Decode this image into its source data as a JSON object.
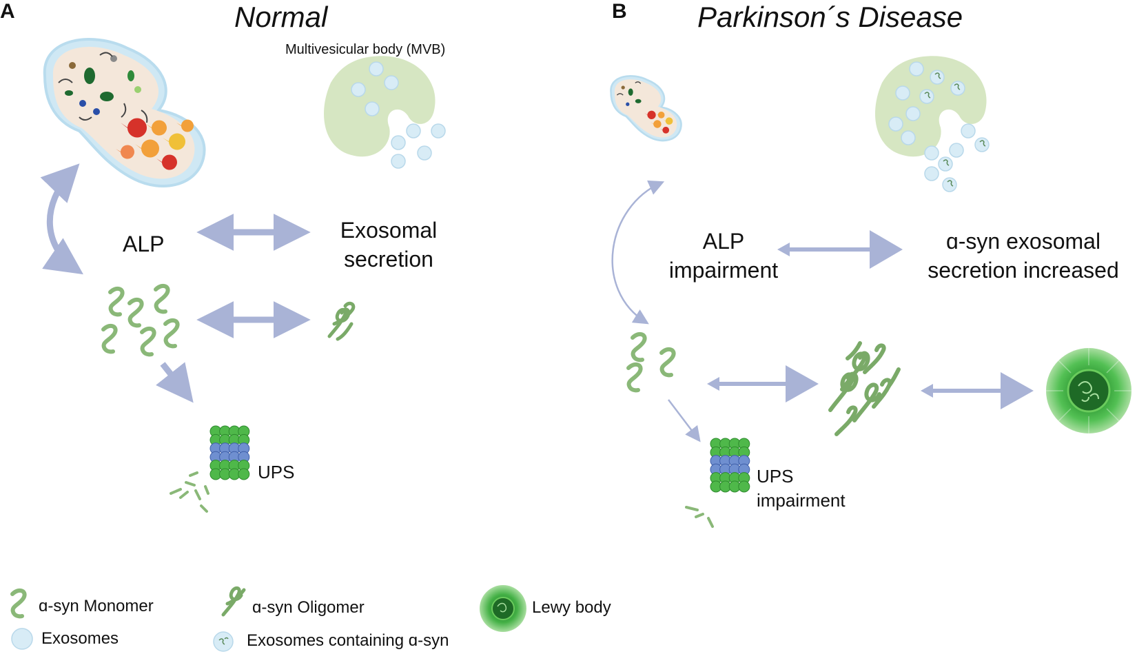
{
  "panel_a": {
    "letter": "A",
    "title": "Normal",
    "mvb_label": "Multivesicular body (MVB)",
    "alp_label": "ALP",
    "exosomal_line1": "Exosomal",
    "exosomal_line2": "secretion",
    "ups_label": "UPS"
  },
  "panel_b": {
    "letter": "B",
    "title": "Parkinson´s Disease",
    "alp_line1": "ALP",
    "alp_line2": "impairment",
    "asyn_line1": "ɑ-syn exosomal",
    "asyn_line2": "secretion increased",
    "ups_line1": "UPS",
    "ups_line2": "impairment"
  },
  "legend": {
    "monomer": "ɑ-syn Monomer",
    "oligomer": "ɑ-syn Oligomer",
    "lewy": "Lewy body",
    "exosomes": "Exosomes",
    "exosomes_asyn": "Exosomes containing ɑ-syn"
  },
  "colors": {
    "arrow": "#a9b3d6",
    "synuclein": "#8ab878",
    "exosome": "#d8ecf6",
    "mvb": "#d6e6c2",
    "ups_green": "#4fb84a",
    "ups_blue": "#6f8fd0",
    "lewy": "#3aa83c"
  }
}
